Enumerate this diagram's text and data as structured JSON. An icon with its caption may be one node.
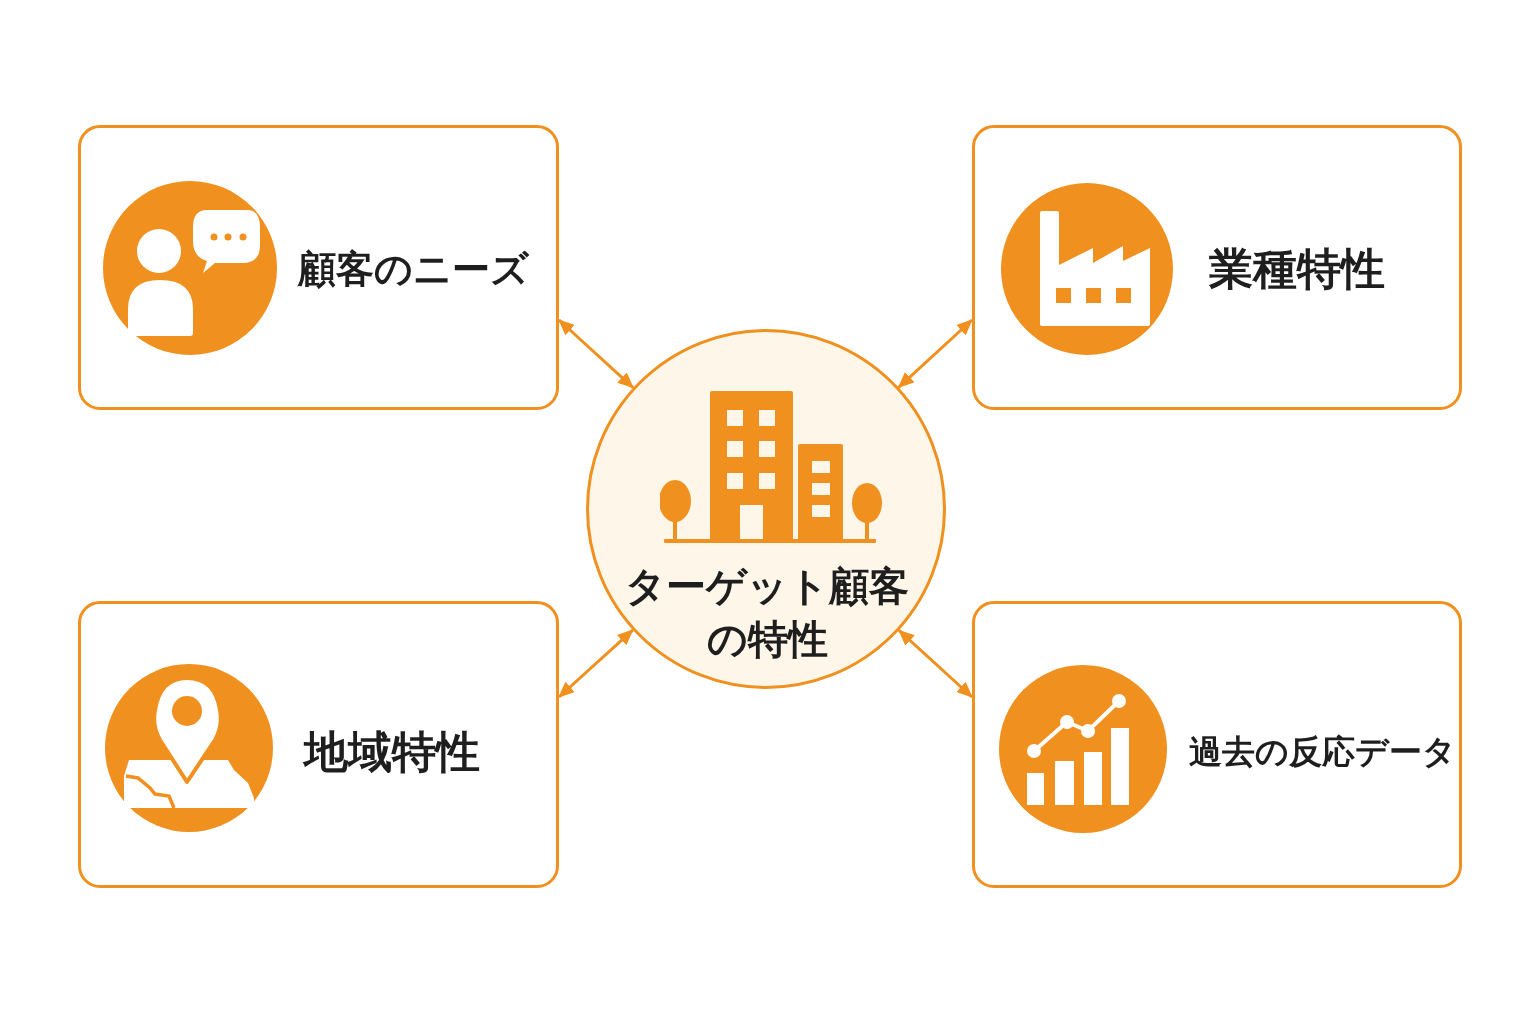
{
  "diagram": {
    "nodes": [
      {
        "text": [
          "顧客のニーズ"
        ]
      },
      {
        "text": [
          "業種特性"
        ]
      },
      {
        "text": [
          "ターゲット顧客の特性"
        ]
      },
      {
        "text": [
          "地域特性"
        ]
      },
      {
        "text": [
          "過去の反応データ"
        ]
      }
    ],
    "edges": [
      {
        "from": 0,
        "to": 2,
        "arrow": "both"
      },
      {
        "from": 1,
        "to": 2,
        "arrow": "both"
      },
      {
        "from": 3,
        "to": 2,
        "arrow": "both"
      },
      {
        "from": 4,
        "to": 2,
        "arrow": "both"
      }
    ]
  }
}
